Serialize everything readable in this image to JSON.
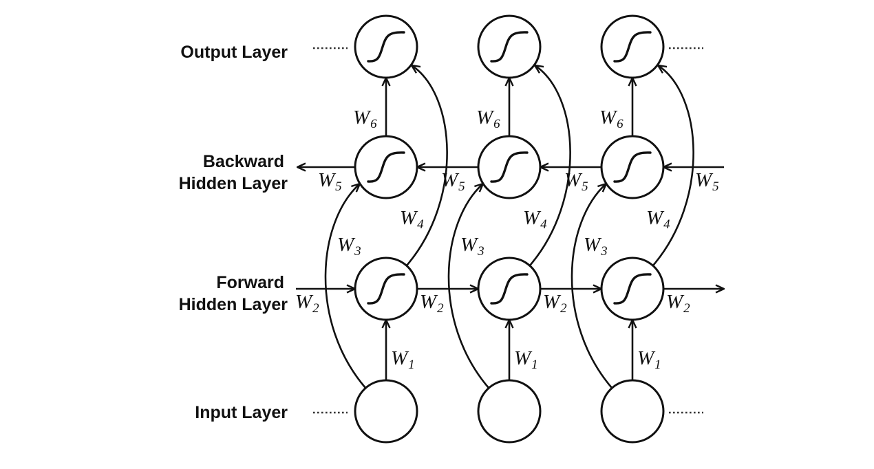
{
  "layers": {
    "output": "Output Layer",
    "backward": [
      "Backward",
      "Hidden Layer"
    ],
    "forward": [
      "Forward",
      "Hidden Layer"
    ],
    "input": "Input Layer"
  },
  "weights": {
    "w1": {
      "main": "W",
      "sub": "1"
    },
    "w2": {
      "main": "W",
      "sub": "2"
    },
    "w3": {
      "main": "W",
      "sub": "3"
    },
    "w4": {
      "main": "W",
      "sub": "4"
    },
    "w5": {
      "main": "W",
      "sub": "5"
    },
    "w6": {
      "main": "W",
      "sub": "6"
    }
  },
  "timesteps": 3,
  "node_activation_icon": "sigmoid-icon"
}
